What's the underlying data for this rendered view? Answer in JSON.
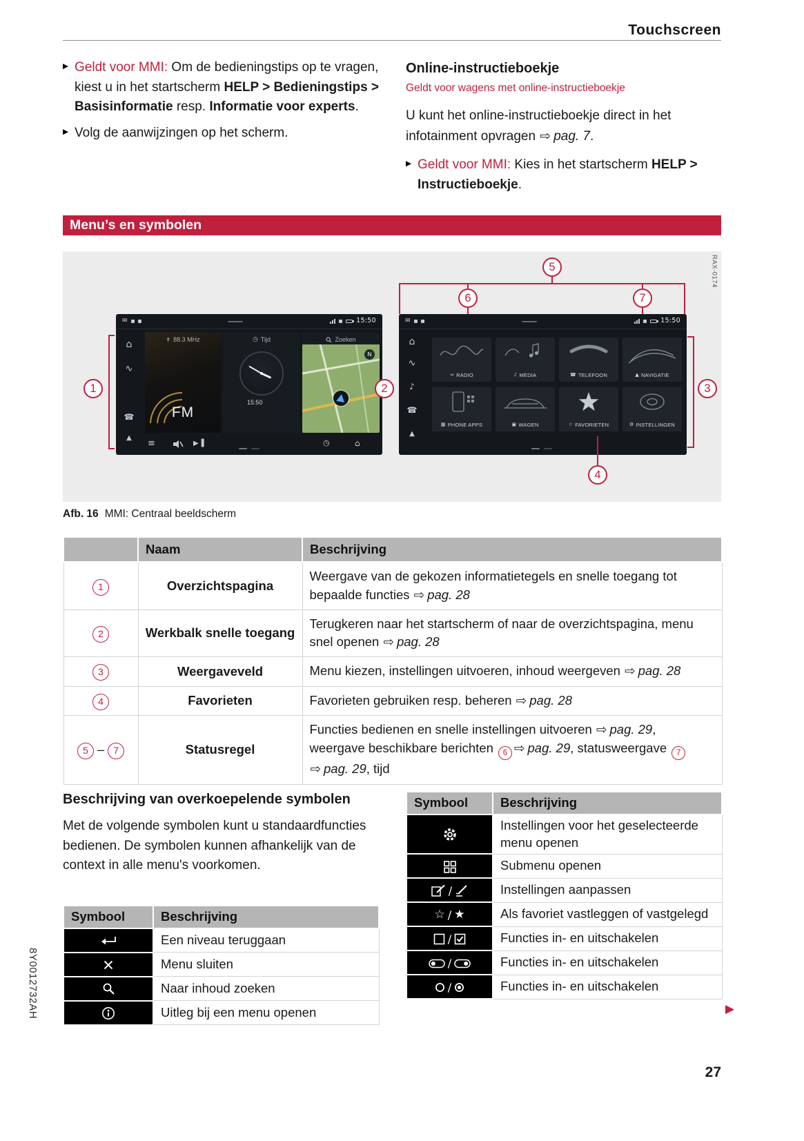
{
  "page": {
    "header_title": "Touchscreen",
    "page_number": "27",
    "doc_code": "8Y0012732AH"
  },
  "glyphs": {
    "ref_arrow": "⇨",
    "bullet": "▶",
    "dash": "–",
    "pair_sep": "/"
  },
  "intro_left": {
    "b1": {
      "lead": "Geldt voor MMI:",
      "t1": " Om de bedieningstips op te vragen, kiest u in het startscherm ",
      "s1": "HELP > Bedieningstips > Basisinformatie",
      "t2": " resp. ",
      "s2": "Informatie voor experts",
      "t3": "."
    },
    "b2": "Volg de aanwijzingen op het scherm."
  },
  "online_booklet": {
    "heading": "Online-instructieboekje",
    "note": "Geldt voor wagens met online-instructieboekje",
    "p1": "U kunt het online-instructieboekje direct in het infotainment opvragen ",
    "p1_ref": "pag. 7",
    "p1_end": ".",
    "b1": {
      "lead": "Geldt voor MMI:",
      "t1": " Kies in het startscherm ",
      "s1": "HELP > Instructieboekje",
      "t2": "."
    }
  },
  "banner": "Menu’s en symbolen",
  "figure": {
    "caption_label": "Afb. 16",
    "caption_text": "MMI: Centraal beeldscherm",
    "ref_code": "RAX-0174",
    "status_time": "15:50",
    "left_screen": {
      "radio_header": "88.3 MHz",
      "radio_band": "FM",
      "clock_header": "Tijd",
      "clock_time": "15:50",
      "map_header": "Zoeken",
      "compass": "N"
    },
    "right_screen": {
      "tiles": [
        {
          "label": "RADIO",
          "glyph": "≈"
        },
        {
          "label": "MEDIA",
          "glyph": "♪"
        },
        {
          "label": "TELEFOON",
          "glyph": "☎"
        },
        {
          "label": "NAVIGATIE",
          "glyph": "▲"
        },
        {
          "label": "PHONE APPS",
          "glyph": "▦"
        },
        {
          "label": "WAGEN",
          "glyph": "▣"
        },
        {
          "label": "FAVORIETEN",
          "glyph": "☆"
        },
        {
          "label": "INSTELLINGEN",
          "glyph": "⚙"
        }
      ]
    },
    "callouts": {
      "c1": "1",
      "c2": "2",
      "c3": "3",
      "c4": "4",
      "c5": "5",
      "c6": "6",
      "c7": "7"
    }
  },
  "overview_table": {
    "col_name": "Naam",
    "col_desc": "Beschrijving",
    "rows": [
      {
        "num": "1",
        "name": "Overzichtspagina",
        "d1": "Weergave van de gekozen informatietegels en snelle toegang tot bepaalde functies ",
        "r1": "pag. 28"
      },
      {
        "num": "2",
        "name": "Werkbalk snelle toegang",
        "d1": "Terugkeren naar het startscherm of naar de overzichtspagina, menu snel openen ",
        "r1": "pag. 28"
      },
      {
        "num": "3",
        "name": "Weergaveveld",
        "d1": "Menu kiezen, instellingen uitvoeren, inhoud weergeven ",
        "r1": "pag. 28"
      },
      {
        "num": "4",
        "name": "Favorieten",
        "d1": "Favorieten gebruiken resp. beheren ",
        "r1": "pag. 28"
      },
      {
        "num": "5",
        "num_to": "7",
        "name": "Statusregel",
        "d1": "Functies bedienen en snelle instellingen uitvoeren ",
        "r1": "pag. 29",
        "d2": ", weergave beschikbare berichten ",
        "b1": "6",
        "r2": "pag. 29",
        "d3": ", statusweergave ",
        "b2": "7",
        "r3": "pag. 29",
        "d4": ", tijd"
      }
    ]
  },
  "symbols_section": {
    "heading": "Beschrijving van overkoepelende symbolen",
    "intro": "Met de volgende symbolen kunt u standaardfuncties bedienen. De symbolen kunnen afhankelijk van de context in alle menu's voorkomen.",
    "col_symbol": "Symbool",
    "col_desc": "Beschrijving",
    "left_rows": [
      {
        "icon": "back-icon",
        "desc": "Een niveau teruggaan"
      },
      {
        "icon": "close-icon",
        "desc": "Menu sluiten"
      },
      {
        "icon": "search-icon",
        "desc": "Naar inhoud zoeken"
      },
      {
        "icon": "info-icon",
        "desc": "Uitleg bij een menu openen"
      }
    ],
    "right_rows": [
      {
        "icon": "gear-icon",
        "desc": "Instellingen voor het geselecteerde menu openen"
      },
      {
        "icon": "submenu-grid-icon",
        "desc": "Submenu openen"
      },
      {
        "icon": "edit-settings-icons",
        "desc": "Instellingen aanpassen"
      },
      {
        "icon": "favorite-star-icons",
        "desc": "Als favoriet vastleggen of vastgelegd"
      },
      {
        "icon": "checkbox-icons",
        "desc": "Functies in- en uitschakelen"
      },
      {
        "icon": "switch-icons",
        "desc": "Functies in- en uitschakelen"
      },
      {
        "icon": "radio-button-icons",
        "desc": "Functies in- en uitschakelen"
      }
    ]
  }
}
